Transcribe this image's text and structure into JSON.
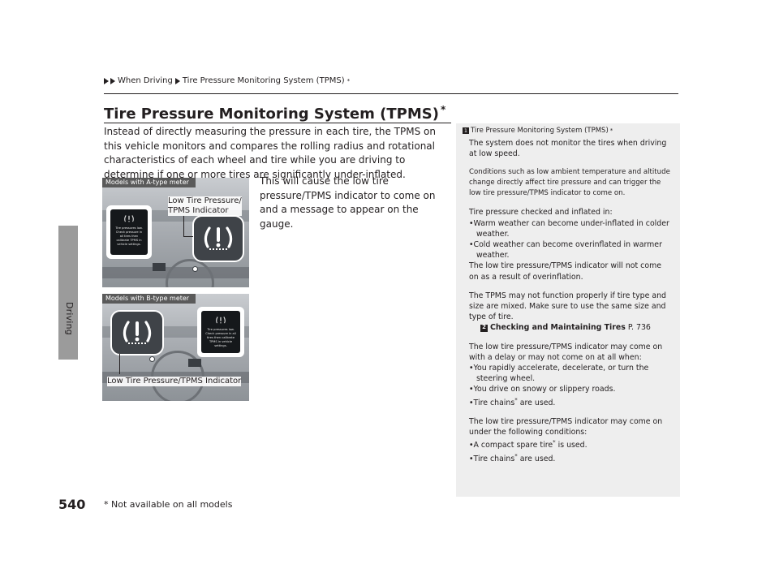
{
  "page": {
    "number": "540",
    "section": "Driving",
    "footnote": "* Not available on all models"
  },
  "breadcrumb": {
    "items": [
      "When Driving",
      "Tire Pressure Monitoring System (TPMS)"
    ],
    "star": "*"
  },
  "title": {
    "text": "Tire Pressure Monitoring System (TPMS)",
    "star": "*"
  },
  "body": {
    "intro": "Instead of directly measuring the pressure in each tire, the TPMS on this vehicle monitors and compares the rolling radius and rotational characteristics of each wheel and tire while you are driving to determine if one or more tires are significantly under-inflated.",
    "cause": "This will cause the low tire pressure/TPMS indicator to come on and a message to appear on the gauge."
  },
  "figures": {
    "a": {
      "tag": "Models with A-type meter",
      "callout_line1": "Low Tire Pressure/",
      "callout_line2": "TPMS Indicator",
      "screen_msg": "Tire pressures low. Check pressure in all tires then calibrate TPMS in vehicle settings."
    },
    "b": {
      "tag": "Models with B-type meter",
      "callout": "Low Tire Pressure/TPMS Indicator",
      "screen_msg": "Tire pressures low. Check pressure in all tires then calibrate TPMS in vehicle settings."
    }
  },
  "note": {
    "marker": "1",
    "title": "Tire Pressure Monitoring System (TPMS)",
    "star": "*",
    "p1": "The system does not monitor the tires when driving at low speed.",
    "p2": "Conditions such as low ambient temperature and altitude change directly affect tire pressure and can trigger the low tire pressure/TPMS indicator to come on.",
    "p3": "Tire pressure checked and inflated in:",
    "b1": "•Warm weather can become under-inflated in colder weather.",
    "b2": "•Cold weather can become overinflated in warmer weather.",
    "p4": "The low tire pressure/TPMS indicator will not come on as a result of overinflation.",
    "p5": "The TPMS may not function properly if tire type and size are mixed. Make sure to use the same size and type of tire.",
    "ref_marker": "2",
    "ref_text": "Checking and Maintaining Tires",
    "ref_page": "P. 736",
    "p6": "The low tire pressure/TPMS indicator may come on with a delay or may not come on at all when:",
    "b3": "•You rapidly accelerate, decelerate, or turn the steering wheel.",
    "b4": "•You drive on snowy or slippery roads.",
    "b5": "•Tire chains",
    "b5_star": "*",
    "b5_tail": " are used.",
    "p7": "The low tire pressure/TPMS indicator may come on under the following conditions:",
    "b6": "•A compact spare tire",
    "b6_star": "*",
    "b6_tail": " is used.",
    "b7": "•Tire chains",
    "b7_star": "*",
    "b7_tail": " are used."
  },
  "icons": {
    "tpms_warning": "tpms-warning-icon",
    "breadcrumb_arrow": "triangle-arrow-icon"
  },
  "colors": {
    "text": "#231f20",
    "side_tab": "#9b9b9b",
    "note_bg": "#eeeeee",
    "tag_bg": "#5a5a5a",
    "bubble_bg": "#3f4348"
  }
}
